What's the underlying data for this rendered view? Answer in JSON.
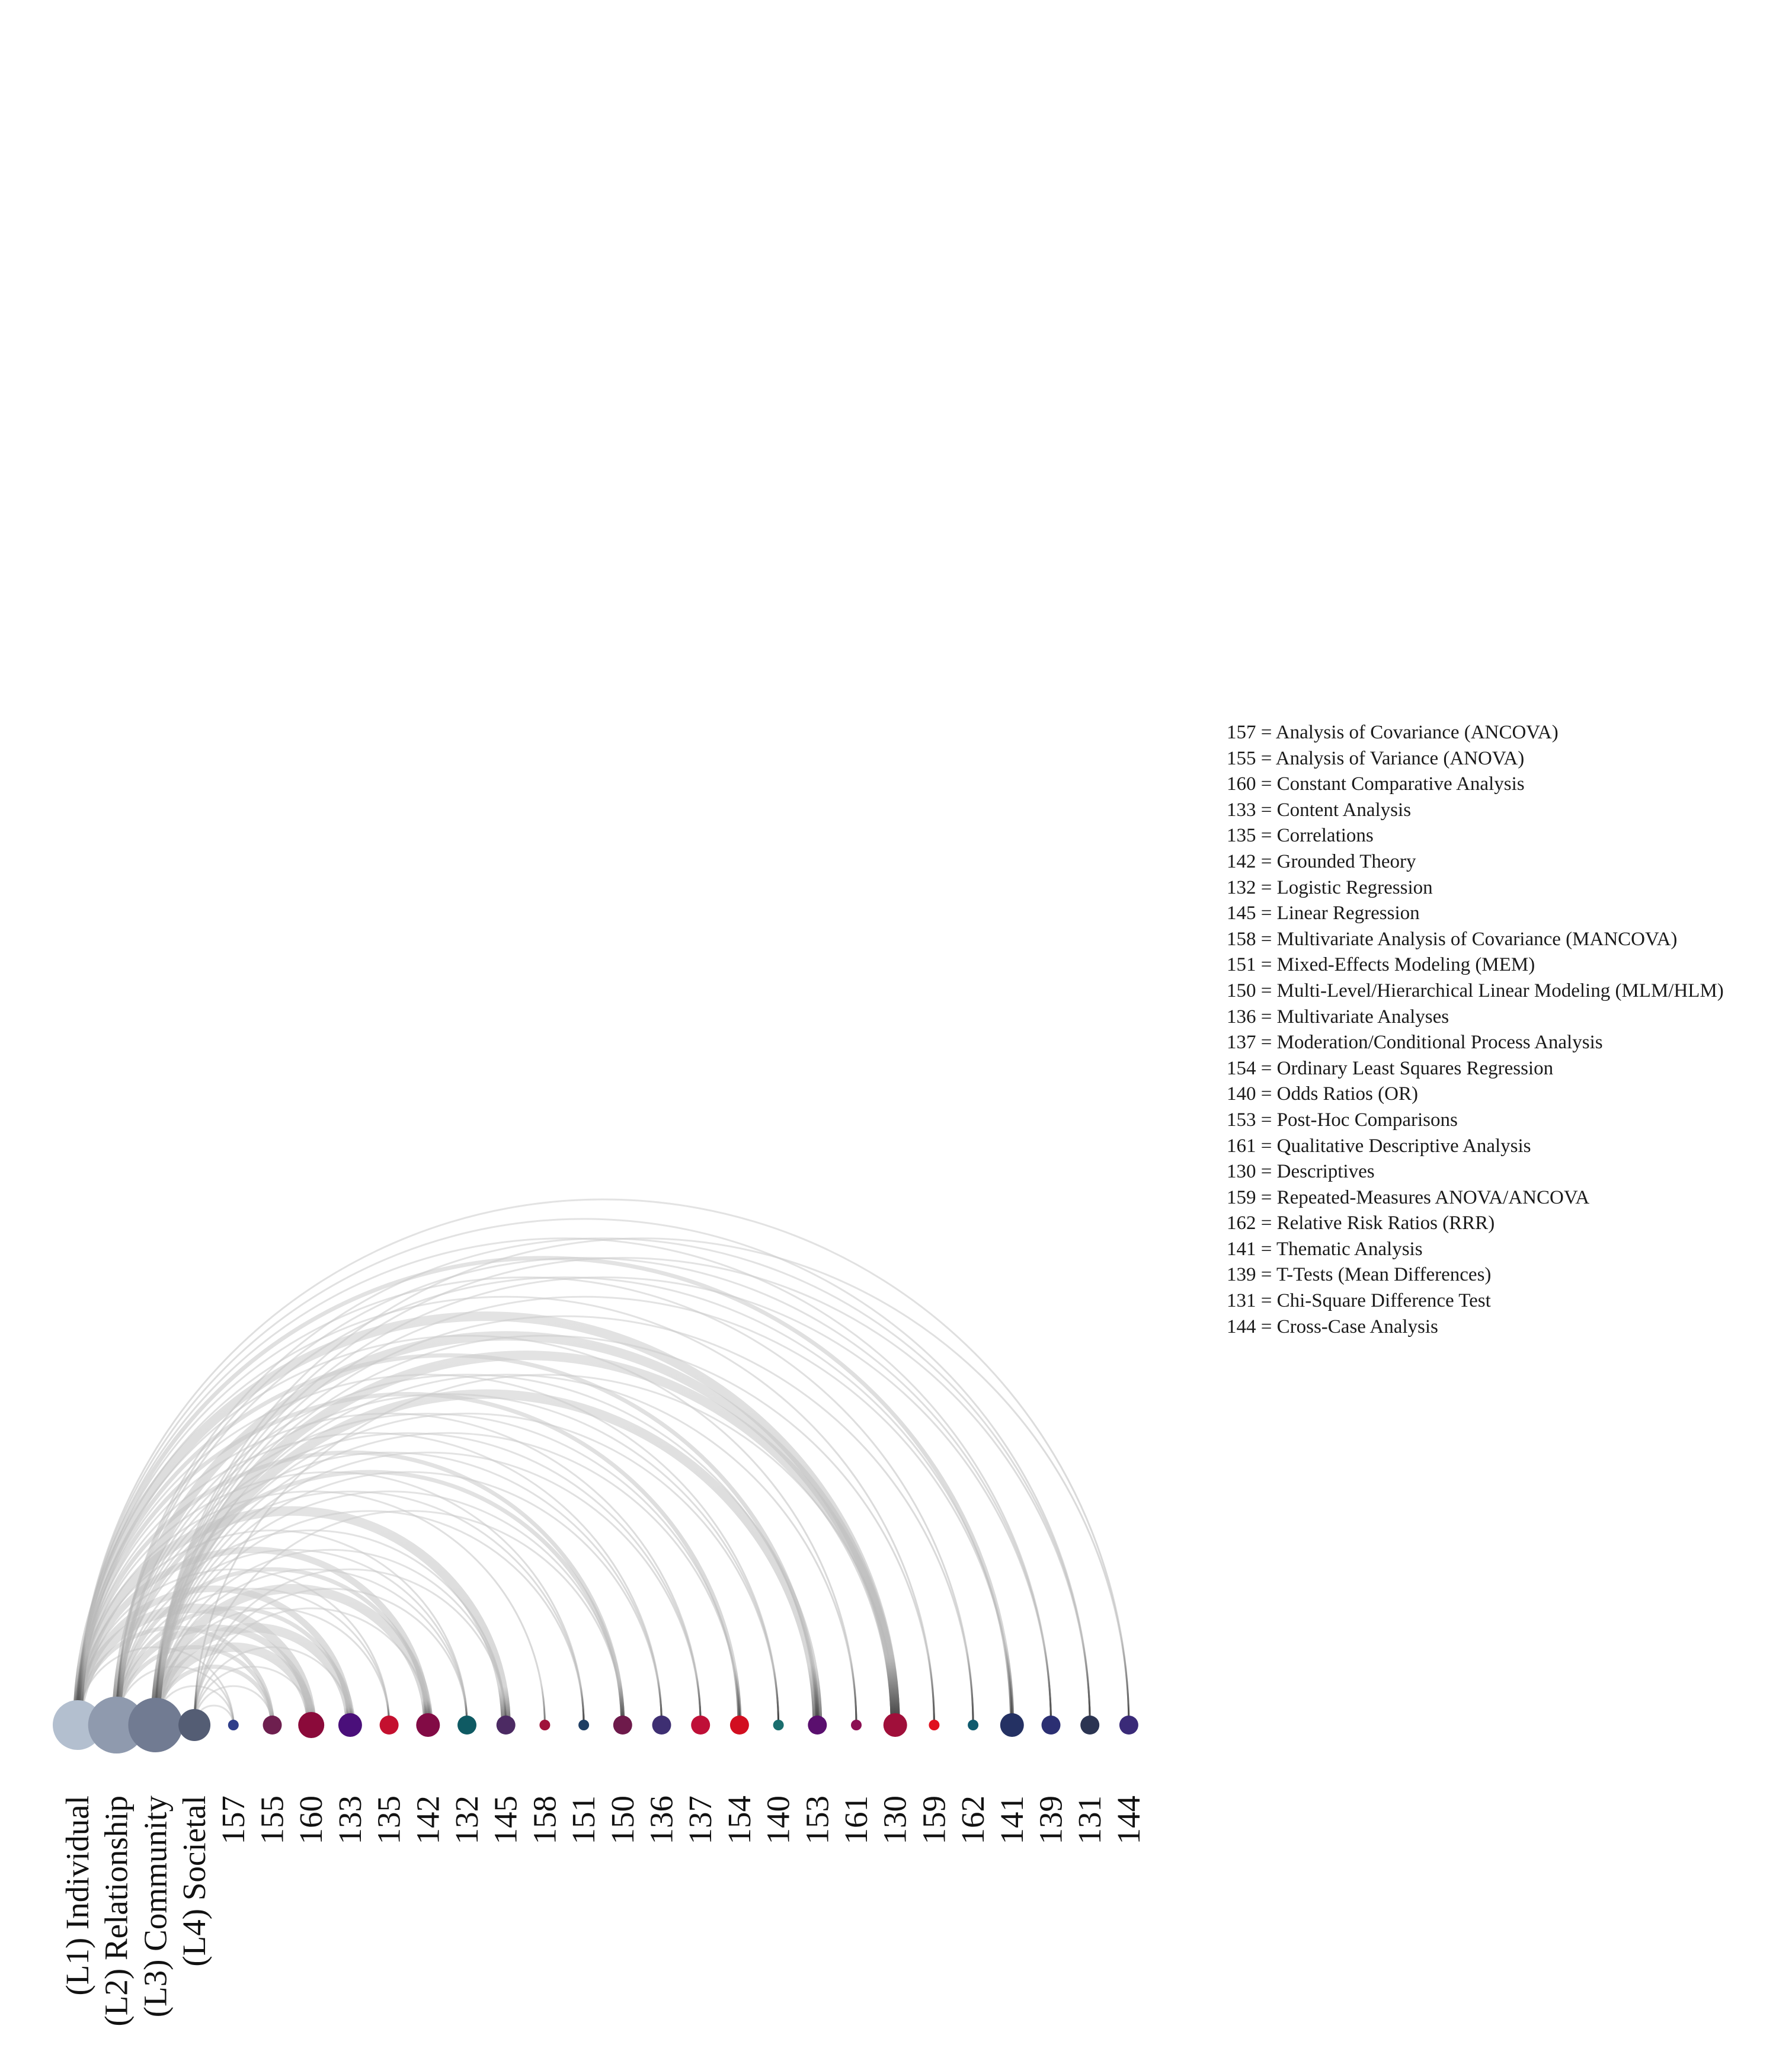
{
  "levels": [
    {
      "id": "L1",
      "label": "(L1) Individual",
      "color": "#b3bfcf"
    },
    {
      "id": "L2",
      "label": "(L2) Relationship",
      "color": "#8f9aae"
    },
    {
      "id": "L3",
      "label": "(L3) Community",
      "color": "#717b92"
    },
    {
      "id": "L4",
      "label": "(L4) Societal",
      "color": "#545d74"
    }
  ],
  "methods": [
    {
      "code": "157",
      "color": "#2f3e8a",
      "weight": 1
    },
    {
      "code": "155",
      "color": "#6e1f4f",
      "weight": 2
    },
    {
      "code": "160",
      "color": "#8b0a3a",
      "weight": 4
    },
    {
      "code": "133",
      "color": "#4a0f7a",
      "weight": 3
    },
    {
      "code": "135",
      "color": "#c4102f",
      "weight": 2
    },
    {
      "code": "142",
      "color": "#820b45",
      "weight": 3
    },
    {
      "code": "132",
      "color": "#0f5a63",
      "weight": 2
    },
    {
      "code": "145",
      "color": "#4c2a63",
      "weight": 2
    },
    {
      "code": "158",
      "color": "#a0123a",
      "weight": 1
    },
    {
      "code": "151",
      "color": "#1f3e63",
      "weight": 1
    },
    {
      "code": "150",
      "color": "#6e1a4b",
      "weight": 2
    },
    {
      "code": "136",
      "color": "#3e2f72",
      "weight": 2
    },
    {
      "code": "137",
      "color": "#bf0f37",
      "weight": 2
    },
    {
      "code": "154",
      "color": "#d20e20",
      "weight": 2
    },
    {
      "code": "140",
      "color": "#1a6e6e",
      "weight": 1
    },
    {
      "code": "153",
      "color": "#5a0f6e",
      "weight": 2
    },
    {
      "code": "161",
      "color": "#8b0f52",
      "weight": 1
    },
    {
      "code": "130",
      "color": "#a00f3a",
      "weight": 3
    },
    {
      "code": "159",
      "color": "#e0101e",
      "weight": 1
    },
    {
      "code": "162",
      "color": "#0f5a6e",
      "weight": 1
    },
    {
      "code": "141",
      "color": "#243163",
      "weight": 3
    },
    {
      "code": "139",
      "color": "#2b2f72",
      "weight": 2
    },
    {
      "code": "131",
      "color": "#2b3452",
      "weight": 2
    },
    {
      "code": "144",
      "color": "#3a2a78",
      "weight": 2
    }
  ],
  "links": [
    [
      "L1",
      "157",
      1
    ],
    [
      "L1",
      "155",
      2
    ],
    [
      "L1",
      "160",
      4
    ],
    [
      "L1",
      "133",
      3
    ],
    [
      "L1",
      "135",
      1
    ],
    [
      "L1",
      "142",
      3
    ],
    [
      "L1",
      "132",
      1
    ],
    [
      "L1",
      "145",
      4
    ],
    [
      "L1",
      "158",
      1
    ],
    [
      "L1",
      "151",
      1
    ],
    [
      "L1",
      "150",
      2
    ],
    [
      "L1",
      "136",
      1
    ],
    [
      "L1",
      "137",
      1
    ],
    [
      "L1",
      "154",
      2
    ],
    [
      "L1",
      "140",
      1
    ],
    [
      "L1",
      "153",
      2
    ],
    [
      "L1",
      "161",
      1
    ],
    [
      "L1",
      "130",
      4
    ],
    [
      "L1",
      "159",
      1
    ],
    [
      "L1",
      "162",
      1
    ],
    [
      "L1",
      "141",
      2
    ],
    [
      "L1",
      "139",
      1
    ],
    [
      "L1",
      "131",
      1
    ],
    [
      "L1",
      "144",
      1
    ],
    [
      "L2",
      "157",
      1
    ],
    [
      "L2",
      "155",
      2
    ],
    [
      "L2",
      "160",
      3
    ],
    [
      "L2",
      "133",
      2
    ],
    [
      "L2",
      "135",
      1
    ],
    [
      "L2",
      "142",
      2
    ],
    [
      "L2",
      "132",
      1
    ],
    [
      "L2",
      "145",
      1
    ],
    [
      "L2",
      "151",
      1
    ],
    [
      "L2",
      "150",
      2
    ],
    [
      "L2",
      "136",
      1
    ],
    [
      "L2",
      "137",
      1
    ],
    [
      "L2",
      "154",
      1
    ],
    [
      "L2",
      "140",
      1
    ],
    [
      "L2",
      "153",
      1
    ],
    [
      "L2",
      "130",
      4
    ],
    [
      "L2",
      "141",
      1
    ],
    [
      "L2",
      "139",
      1
    ],
    [
      "L2",
      "131",
      1
    ],
    [
      "L3",
      "157",
      1
    ],
    [
      "L3",
      "155",
      2
    ],
    [
      "L3",
      "160",
      4
    ],
    [
      "L3",
      "133",
      4
    ],
    [
      "L3",
      "135",
      1
    ],
    [
      "L3",
      "142",
      4
    ],
    [
      "L3",
      "132",
      1
    ],
    [
      "L3",
      "145",
      1
    ],
    [
      "L3",
      "151",
      1
    ],
    [
      "L3",
      "150",
      1
    ],
    [
      "L3",
      "136",
      1
    ],
    [
      "L3",
      "137",
      1
    ],
    [
      "L3",
      "154",
      1
    ],
    [
      "L3",
      "140",
      1
    ],
    [
      "L3",
      "153",
      4
    ],
    [
      "L3",
      "161",
      1
    ],
    [
      "L3",
      "130",
      4
    ],
    [
      "L3",
      "159",
      1
    ],
    [
      "L3",
      "162",
      1
    ],
    [
      "L3",
      "141",
      1
    ],
    [
      "L3",
      "139",
      1
    ],
    [
      "L3",
      "131",
      1
    ],
    [
      "L3",
      "144",
      1
    ],
    [
      "L4",
      "157",
      1
    ],
    [
      "L4",
      "155",
      1
    ],
    [
      "L4",
      "160",
      1
    ],
    [
      "L4",
      "133",
      1
    ],
    [
      "L4",
      "142",
      1
    ],
    [
      "L4",
      "132",
      1
    ],
    [
      "L4",
      "145",
      1
    ],
    [
      "L4",
      "150",
      1
    ],
    [
      "L4",
      "130",
      1
    ]
  ],
  "legend": [
    "157 = Analysis of Covariance (ANCOVA)",
    "155 = Analysis of Variance (ANOVA)",
    "160 = Constant Comparative Analysis",
    "133 = Content Analysis",
    "135 = Correlations",
    "142 = Grounded Theory",
    "132 = Logistic Regression",
    "145 = Linear Regression",
    "158 = Multivariate Analysis of Covariance (MANCOVA)",
    "151 = Mixed-Effects Modeling (MEM)",
    "150 = Multi-Level/Hierarchical Linear Modeling (MLM/HLM)",
    "136 = Multivariate Analyses",
    "137 = Moderation/Conditional Process Analysis",
    "154 = Ordinary Least Squares Regression",
    "140 = Odds Ratios (OR)",
    "153 = Post-Hoc Comparisons",
    "161 = Qualitative Descriptive Analysis",
    "130 = Descriptives",
    "159 = Repeated-Measures ANOVA/ANCOVA",
    "162 = Relative Risk Ratios (RRR)",
    "141 = Thematic Analysis",
    "139 = T-Tests (Mean Differences)",
    "131 = Chi-Square Difference Test",
    "144 = Cross-Case Analysis"
  ],
  "colors": {
    "arc": "#cccccc",
    "arc_end": "#333333"
  }
}
